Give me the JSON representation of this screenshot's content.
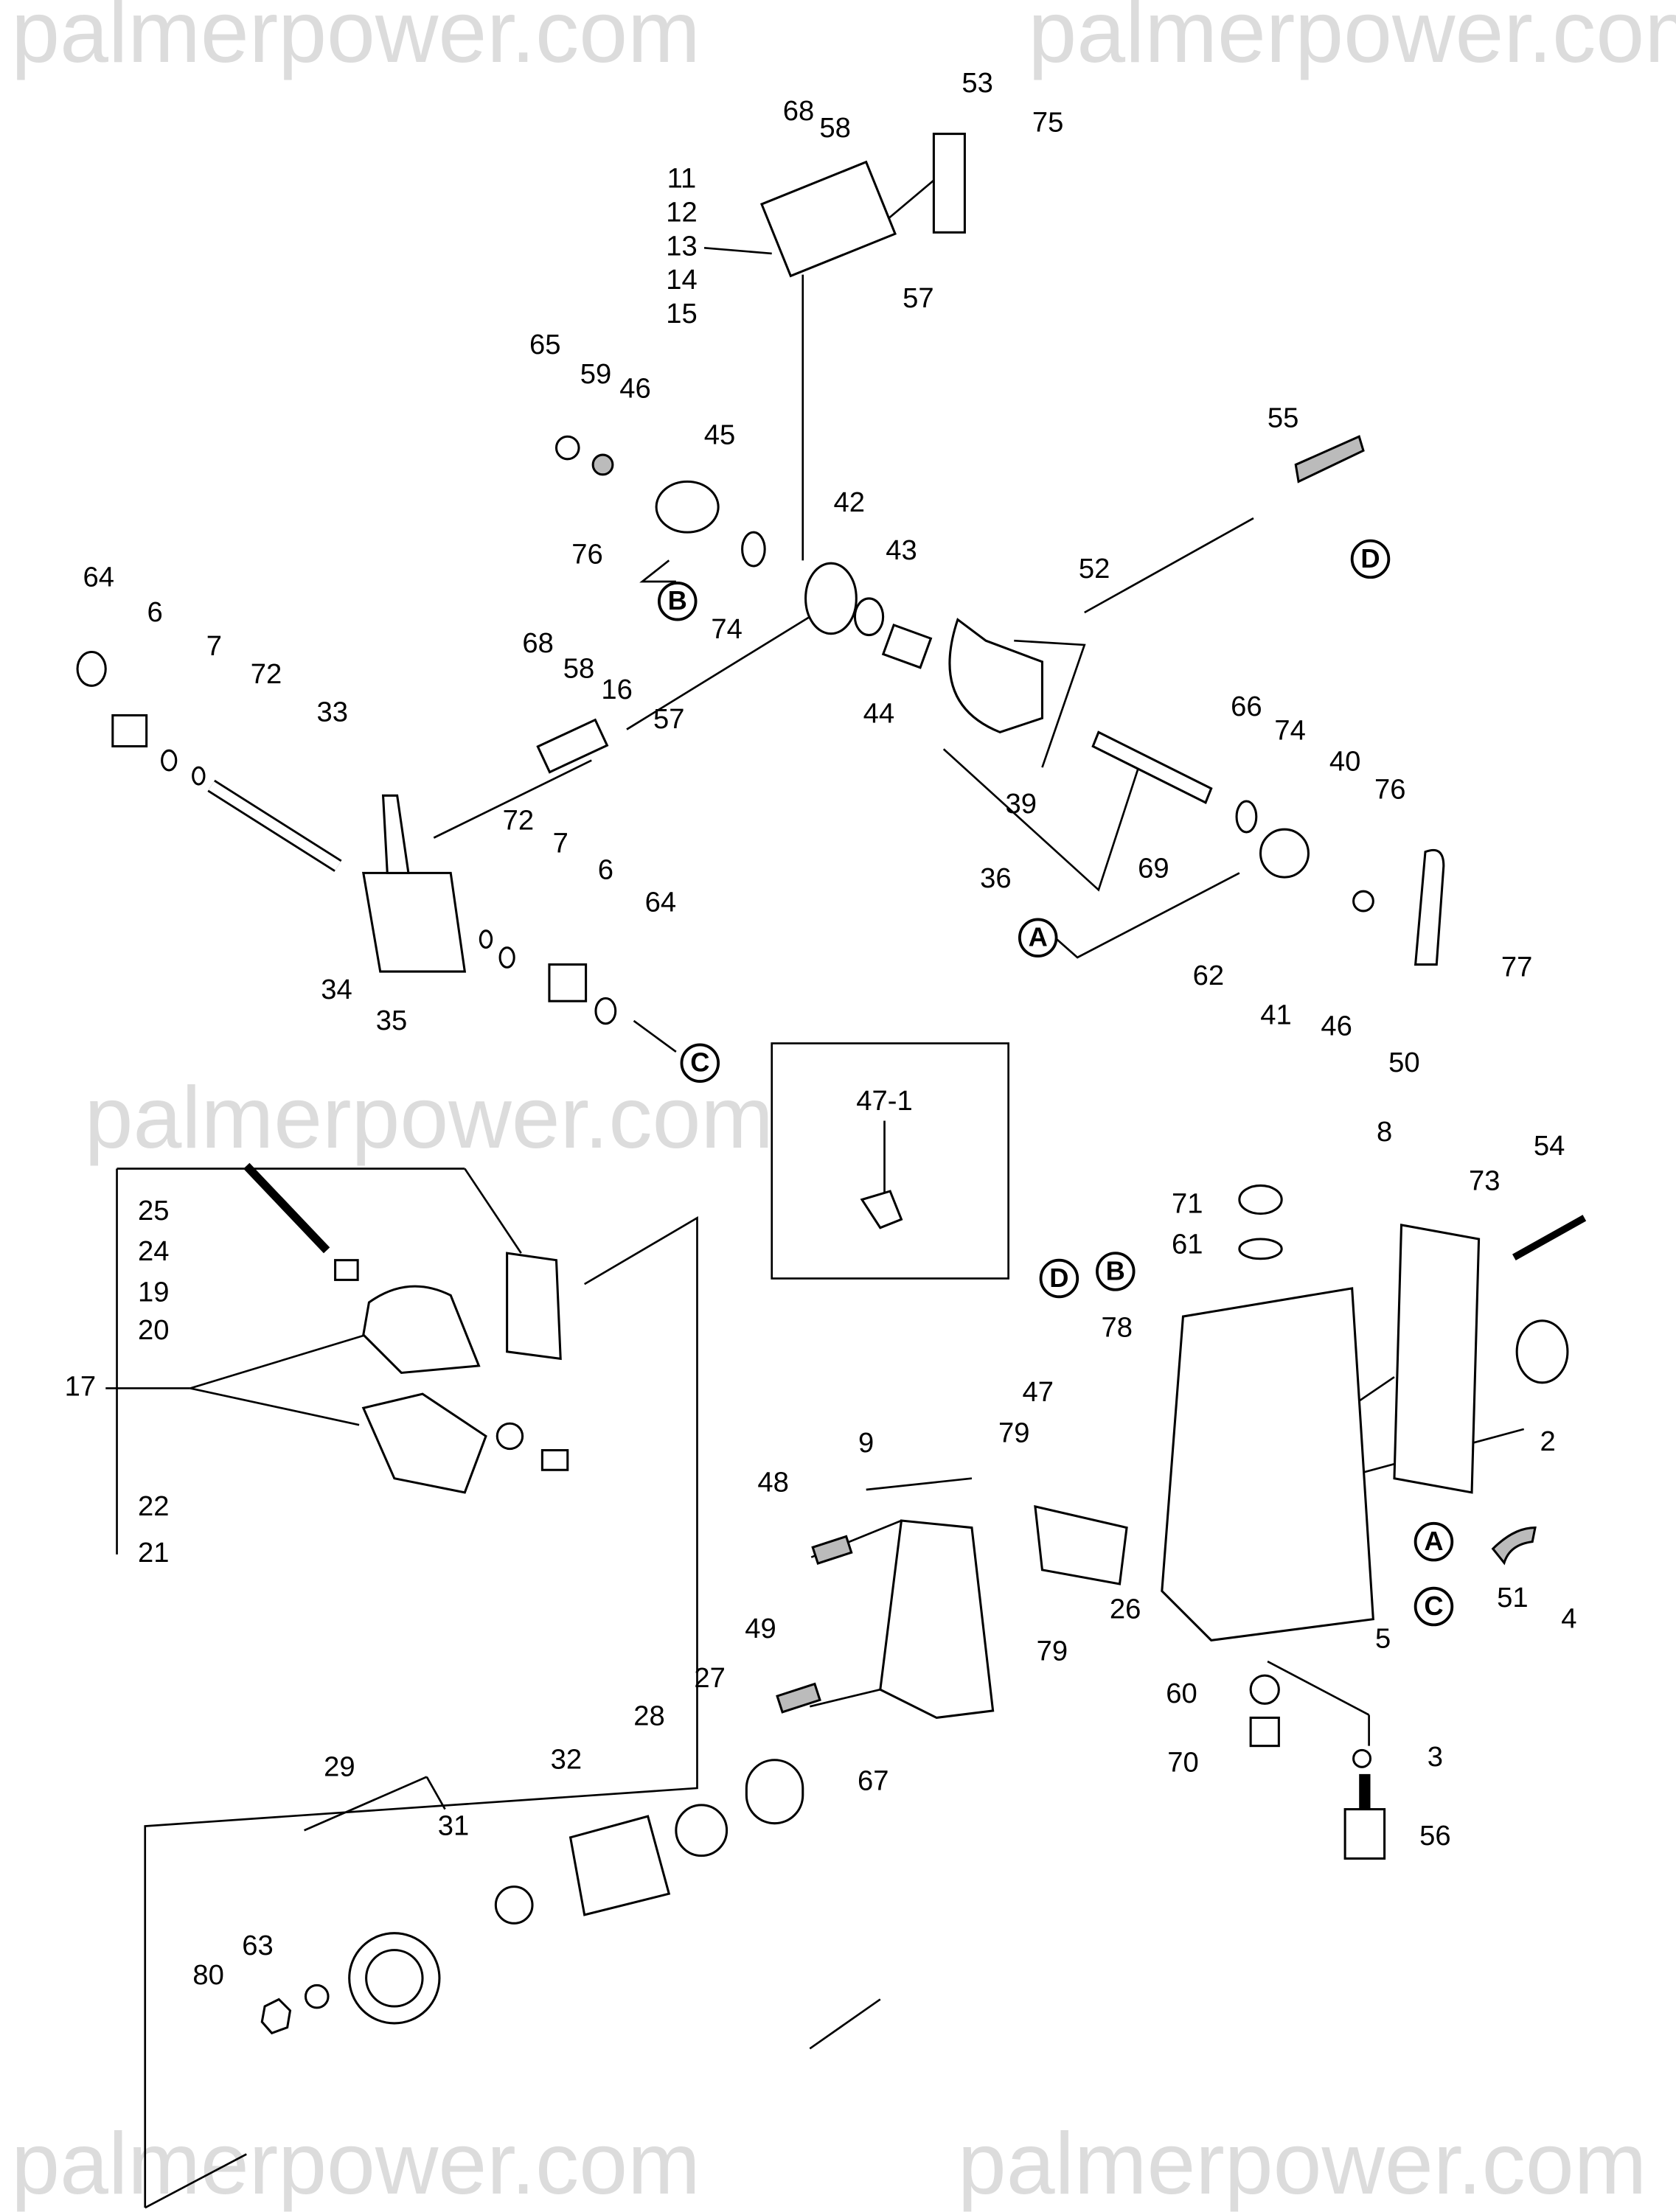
{
  "watermarks": [
    "palmerpower.com",
    "palmerpower.com",
    "palmerpower.com",
    "palmerpower.com",
    "palmerpower.com"
  ],
  "inset_label": "47-1",
  "callouts": [
    "68",
    "58",
    "53",
    "75",
    "11",
    "12",
    "13",
    "14",
    "15",
    "57",
    "65",
    "59",
    "46",
    "45",
    "76",
    "42",
    "74",
    "43",
    "55",
    "52",
    "64",
    "6",
    "7",
    "72",
    "33",
    "68",
    "58",
    "16",
    "57",
    "44",
    "39",
    "36",
    "66",
    "74",
    "40",
    "76",
    "69",
    "62",
    "41",
    "46",
    "50",
    "77",
    "72",
    "7",
    "6",
    "64",
    "34",
    "35",
    "8",
    "54",
    "73",
    "71",
    "61",
    "78",
    "47",
    "79",
    "9",
    "48",
    "2",
    "51",
    "4",
    "5",
    "79",
    "26",
    "49",
    "27",
    "28",
    "67",
    "60",
    "70",
    "3",
    "56",
    "32",
    "29",
    "31",
    "80",
    "63",
    "25",
    "24",
    "19",
    "20",
    "17",
    "22",
    "21"
  ],
  "reference_markers": [
    "B",
    "D",
    "A",
    "C",
    "D",
    "B",
    "A",
    "C"
  ]
}
